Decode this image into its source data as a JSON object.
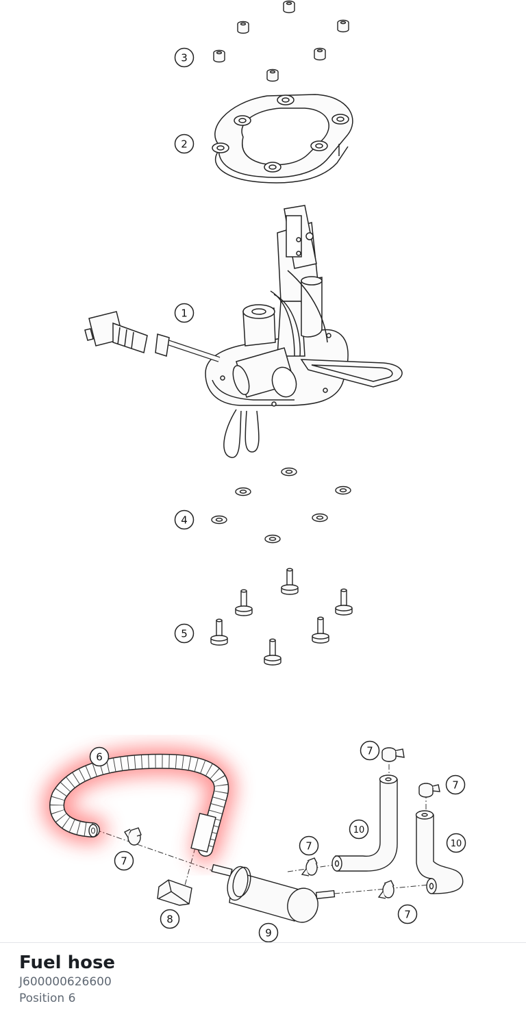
{
  "diagram": {
    "callouts": [
      {
        "id": "c3",
        "label": "3"
      },
      {
        "id": "c2",
        "label": "2"
      },
      {
        "id": "c1",
        "label": "1"
      },
      {
        "id": "c4",
        "label": "4"
      },
      {
        "id": "c5",
        "label": "5"
      },
      {
        "id": "c6",
        "label": "6"
      },
      {
        "id": "c7a",
        "label": "7"
      },
      {
        "id": "c7b",
        "label": "7"
      },
      {
        "id": "c7c",
        "label": "7"
      },
      {
        "id": "c7d",
        "label": "7"
      },
      {
        "id": "c7e",
        "label": "7"
      },
      {
        "id": "c8",
        "label": "8"
      },
      {
        "id": "c9",
        "label": "9"
      },
      {
        "id": "c10a",
        "label": "10"
      },
      {
        "id": "c10b",
        "label": "10"
      }
    ],
    "highlight_color": "#ff3b3b",
    "line_color": "#222222"
  },
  "part": {
    "name": "Fuel hose",
    "number": "J600000626600",
    "position": "Position 6"
  }
}
